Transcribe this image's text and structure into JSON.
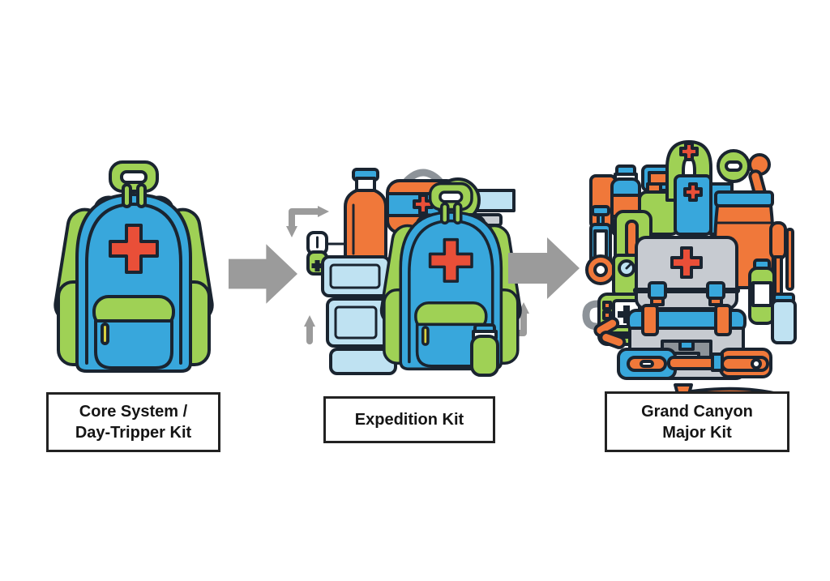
{
  "diagram": {
    "type": "progression",
    "description_visible_text_only": true,
    "stages": [
      {
        "id": "core-system",
        "label_line1": "Core System /",
        "label_line2": "Day-Tripper Kit",
        "items": [
          "backpack-with-red-cross"
        ]
      },
      {
        "id": "expedition",
        "label_line1": "Expedition Kit",
        "label_line2": "",
        "items": [
          "backpack-with-red-cross",
          "orange-dry-bag",
          "first-aid-pouch",
          "medical-tape-roll",
          "supply-jar",
          "medical-cross-pouch",
          "small-green-bottle",
          "bandage-boxes",
          "battery-pack",
          "expansion-arrows"
        ]
      },
      {
        "id": "grand-canyon",
        "label_line1": "Grand Canyon",
        "label_line2": "Major Kit",
        "items": [
          "medical-hard-case",
          "supply-case",
          "water-drum",
          "syringe",
          "tape-ring",
          "gauge-box",
          "radio-beacon",
          "pill-capsules",
          "bandage-kit",
          "scalpel",
          "trowel",
          "blue-bottle",
          "green-bottle",
          "jar",
          "signal-mirror",
          "utensil-tool",
          "screwdriver",
          "supply-pouch",
          "arch-tag-with-cross",
          "blue-canister",
          "green-jug",
          "gps-device"
        ]
      }
    ],
    "arrows": {
      "count": 2,
      "direction": "right"
    }
  },
  "palette": {
    "bg": "#ffffff",
    "blue": "#38a7dc",
    "paleblue": "#bfe2f2",
    "green": "#9fd155",
    "red": "#e94f38",
    "orange": "#f0783a",
    "casegray": "#c7cbd1",
    "handlegray": "#8d9399",
    "arrowgray": "#9b9b9b",
    "yellow": "#d8cf3f",
    "outline": "#1a2430"
  }
}
